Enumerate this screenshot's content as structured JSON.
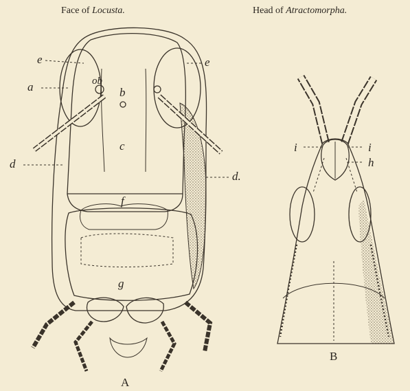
{
  "captions": {
    "left_prefix": "Face of ",
    "left_italic": "Locusta.",
    "right_prefix": "Head of ",
    "right_italic": "Atractomorpha."
  },
  "figure_a": {
    "plate_label": "A",
    "labels": {
      "e_left": "e",
      "e_right": "e",
      "a": "a",
      "ob": "ob",
      "b": "b",
      "c": "c",
      "d_left": "d",
      "d_right": "d.",
      "f": "f",
      "g": "g"
    }
  },
  "figure_b": {
    "plate_label": "B",
    "labels": {
      "i_left": "i",
      "i_right": "i",
      "h": "h"
    }
  },
  "colors": {
    "paper": "#f4ecd4",
    "ink": "#3a332a",
    "shade": "#cfc3a0"
  }
}
